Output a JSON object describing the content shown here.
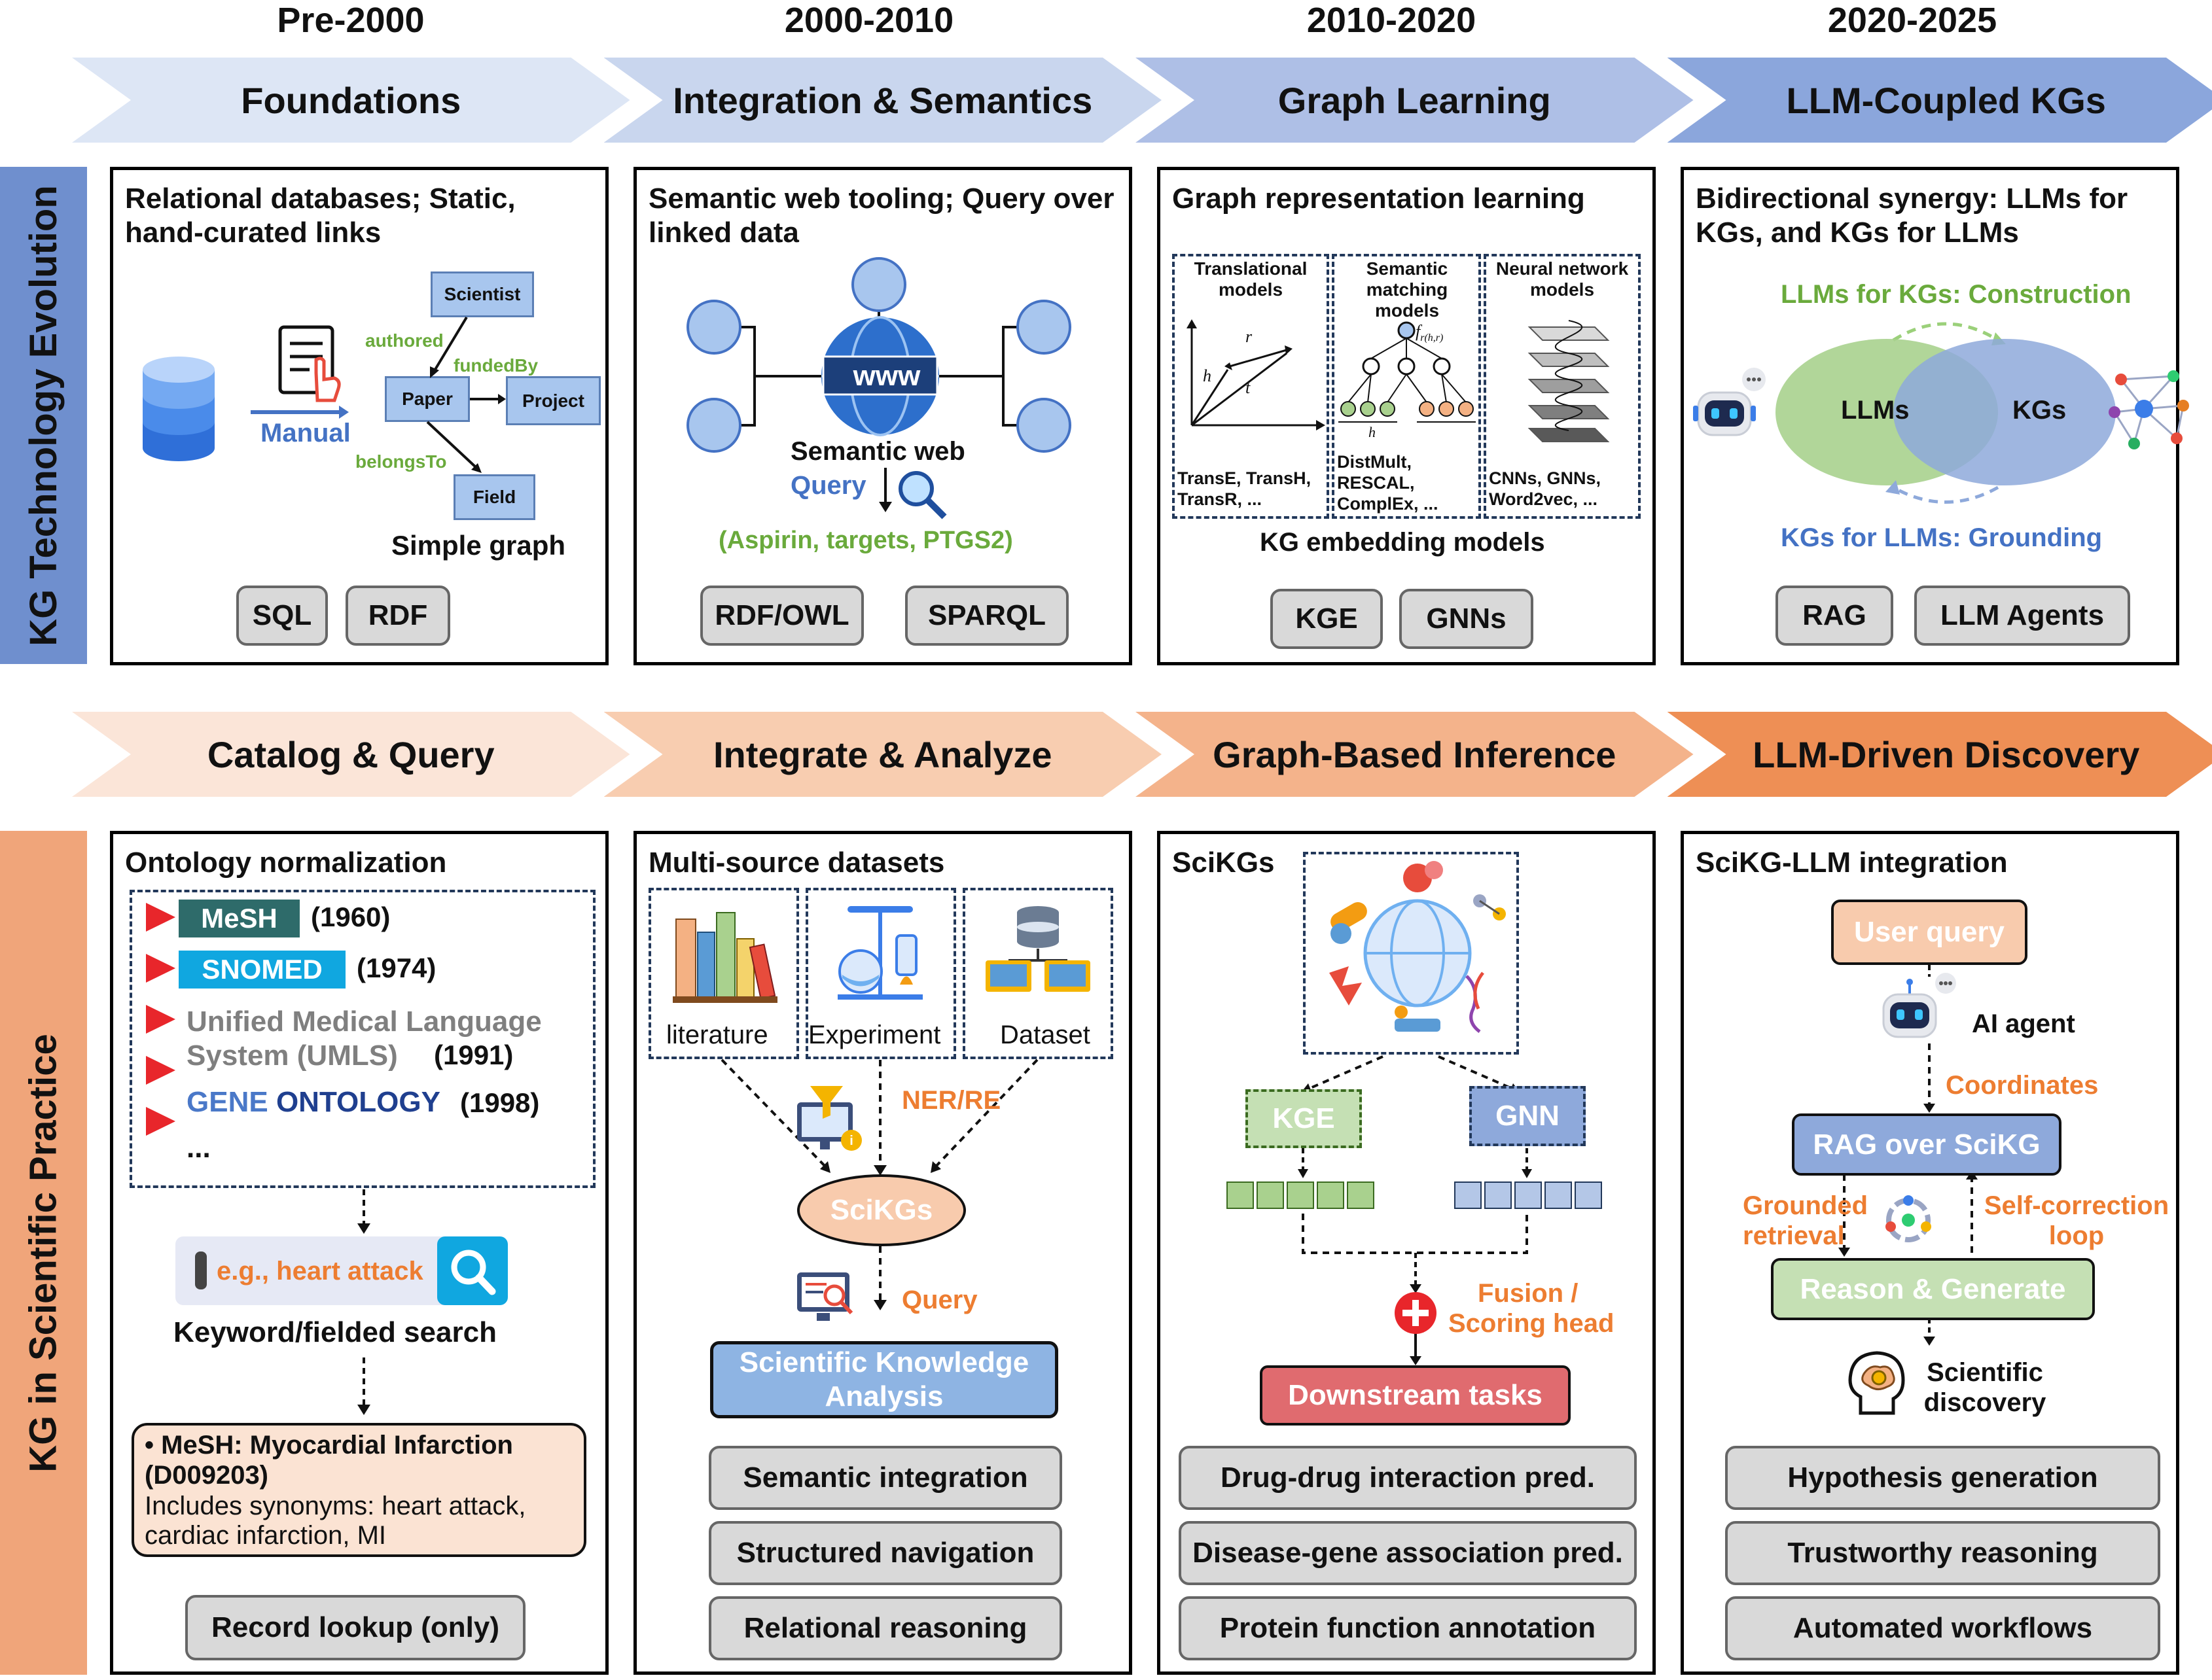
{
  "eras": [
    "Pre-2000",
    "2000-2010",
    "2010-2020",
    "2020-2025"
  ],
  "top_arrows": [
    "Foundations",
    "Integration & Semantics",
    "Graph Learning",
    "LLM-Coupled KGs"
  ],
  "bottom_arrows": [
    "Catalog & Query",
    "Integrate & Analyze",
    "Graph-Based Inference",
    "LLM-Driven Discovery"
  ],
  "side_labels": {
    "top": "KG Technology Evolution",
    "bottom": "KG in Scientific Practice"
  },
  "colors": {
    "top_sidebar": "#6f8fce",
    "bottom_sidebar": "#f0a57a",
    "green": "#6aaa3c",
    "blue": "#4472c4",
    "orange": "#ed7d31"
  },
  "panel1": {
    "title": "Relational databases;  Static, hand-curated links",
    "manual": "Manual",
    "nodes": {
      "scientist": "Scientist",
      "paper": "Paper",
      "project": "Project",
      "field": "Field"
    },
    "edges": {
      "authored": "authored",
      "fundedBy": "fundedBy",
      "belongsTo": "belongsTo"
    },
    "caption": "Simple graph",
    "pills": [
      "SQL",
      "RDF"
    ]
  },
  "panel2": {
    "title": "Semantic web tooling; Query over linked data",
    "www": "www",
    "caption": "Semantic web",
    "query": "Query",
    "result": "(Aspirin, targets, PTGS2)",
    "pills": [
      "RDF/OWL",
      "SPARQL"
    ]
  },
  "panel3": {
    "title": "Graph representation learning",
    "col1": {
      "head": "Translational models",
      "foot": "TransE, TransH, TransR, ..."
    },
    "col2": {
      "head": "Semantic matching models",
      "foot": "DistMult, RESCAL, ComplEx, ..."
    },
    "col3": {
      "head": "Neural network models",
      "foot": "CNNs, GNNs, Word2vec, ..."
    },
    "vec_labels": {
      "h": "h",
      "r": "r",
      "t": "t",
      "f": "f",
      "f_sub": "r(h,r)"
    },
    "caption": "KG embedding models",
    "pills": [
      "KGE",
      "GNNs"
    ]
  },
  "panel4": {
    "title": "Bidirectional synergy: LLMs for KGs, and KGs for LLMs",
    "top_label": "LLMs for KGs:  Construction",
    "bottom_label": "KGs for LLMs: Grounding",
    "llms": "LLMs",
    "kgs": "KGs",
    "pills": [
      "RAG",
      "LLM Agents"
    ]
  },
  "panel5": {
    "title": "Ontology normalization",
    "items": [
      {
        "badge": "MeSH",
        "year": "(1960)"
      },
      {
        "badge": "SNOMED",
        "year": "(1974)"
      },
      {
        "line1": "Unified Medical Language",
        "line2": "System (UMLS)",
        "year": "(1991)"
      },
      {
        "gene": "GENE",
        "onto": "ONTOLOGY",
        "year": "(1998)"
      },
      {
        "text": "..."
      }
    ],
    "search_placeholder": "e.g., heart attack",
    "search_caption": "Keyword/fielded search",
    "record_line1": "• MeSH: Myocardial Infarction",
    "record_line2": "(D009203)",
    "record_line3": "Includes synonyms: heart attack,",
    "record_line4": "cardiac infarction, MI",
    "pill": "Record lookup (only)"
  },
  "panel6": {
    "title": "Multi-source datasets",
    "sources": [
      "literature",
      "Experiment",
      "Dataset"
    ],
    "ner": "NER/RE",
    "scikgs": "SciKGs",
    "query": "Query",
    "analysis": "Scientific Knowledge Analysis",
    "pills": [
      "Semantic integration",
      "Structured navigation",
      "Relational reasoning"
    ]
  },
  "panel7": {
    "title": "SciKGs",
    "kge": "KGE",
    "gnn": "GNN",
    "fusion": "Fusion /",
    "scoring": "Scoring head",
    "downstream": "Downstream tasks",
    "pills": [
      "Drug-drug interaction pred.",
      "Disease-gene association pred.",
      "Protein function annotation"
    ]
  },
  "panel8": {
    "title": "SciKG-LLM integration",
    "user_query": "User query",
    "agent": "AI agent",
    "coordinates": "Coordinates",
    "rag": "RAG over SciKG",
    "grounded": "Grounded retrieval",
    "selfcorr": "Self-correction loop",
    "reason": "Reason & Generate",
    "discovery": "Scientific discovery",
    "pills": [
      "Hypothesis generation",
      "Trustworthy reasoning",
      "Automated workflows"
    ]
  }
}
